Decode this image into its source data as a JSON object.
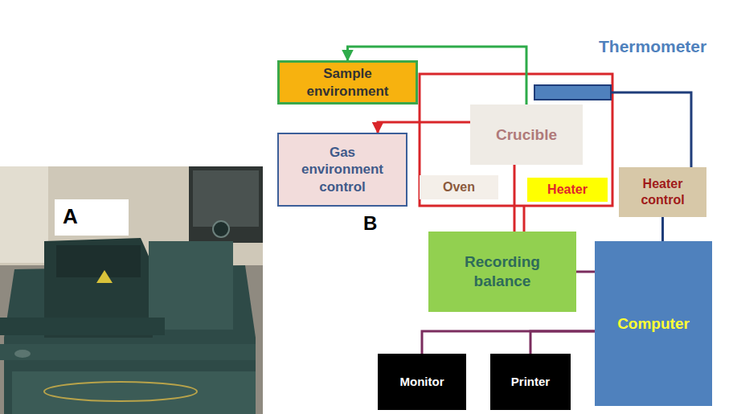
{
  "diagram": {
    "nodes": [
      {
        "text": [
          "Sample environment"
        ]
      },
      {
        "text": [
          "Gas environment control"
        ]
      },
      {
        "text": [
          "Crucible"
        ]
      },
      {
        "text": [
          "Oven"
        ]
      },
      {
        "text": [
          "Heater"
        ]
      },
      {
        "text": [
          "Heater control"
        ]
      },
      {
        "text": [
          "Recording balance"
        ]
      },
      {
        "text": [
          "Computer"
        ]
      },
      {
        "text": [
          "Monitor"
        ]
      },
      {
        "text": [
          "Printer"
        ]
      }
    ],
    "edges": [
      {
        "from": 2,
        "to": 0,
        "arrow": "to"
      },
      {
        "from": 2,
        "to": 1,
        "arrow": "to"
      },
      {
        "from": 2,
        "to": 6,
        "arrow": "none"
      },
      {
        "from": 5,
        "to": 7,
        "arrow": "none"
      },
      {
        "from": 6,
        "to": 7,
        "arrow": "none"
      },
      {
        "from": 7,
        "to": 8,
        "arrow": "none"
      },
      {
        "from": 7,
        "to": 9,
        "arrow": "none"
      }
    ],
    "labels": [
      "A",
      "B",
      "Thermometer"
    ]
  }
}
